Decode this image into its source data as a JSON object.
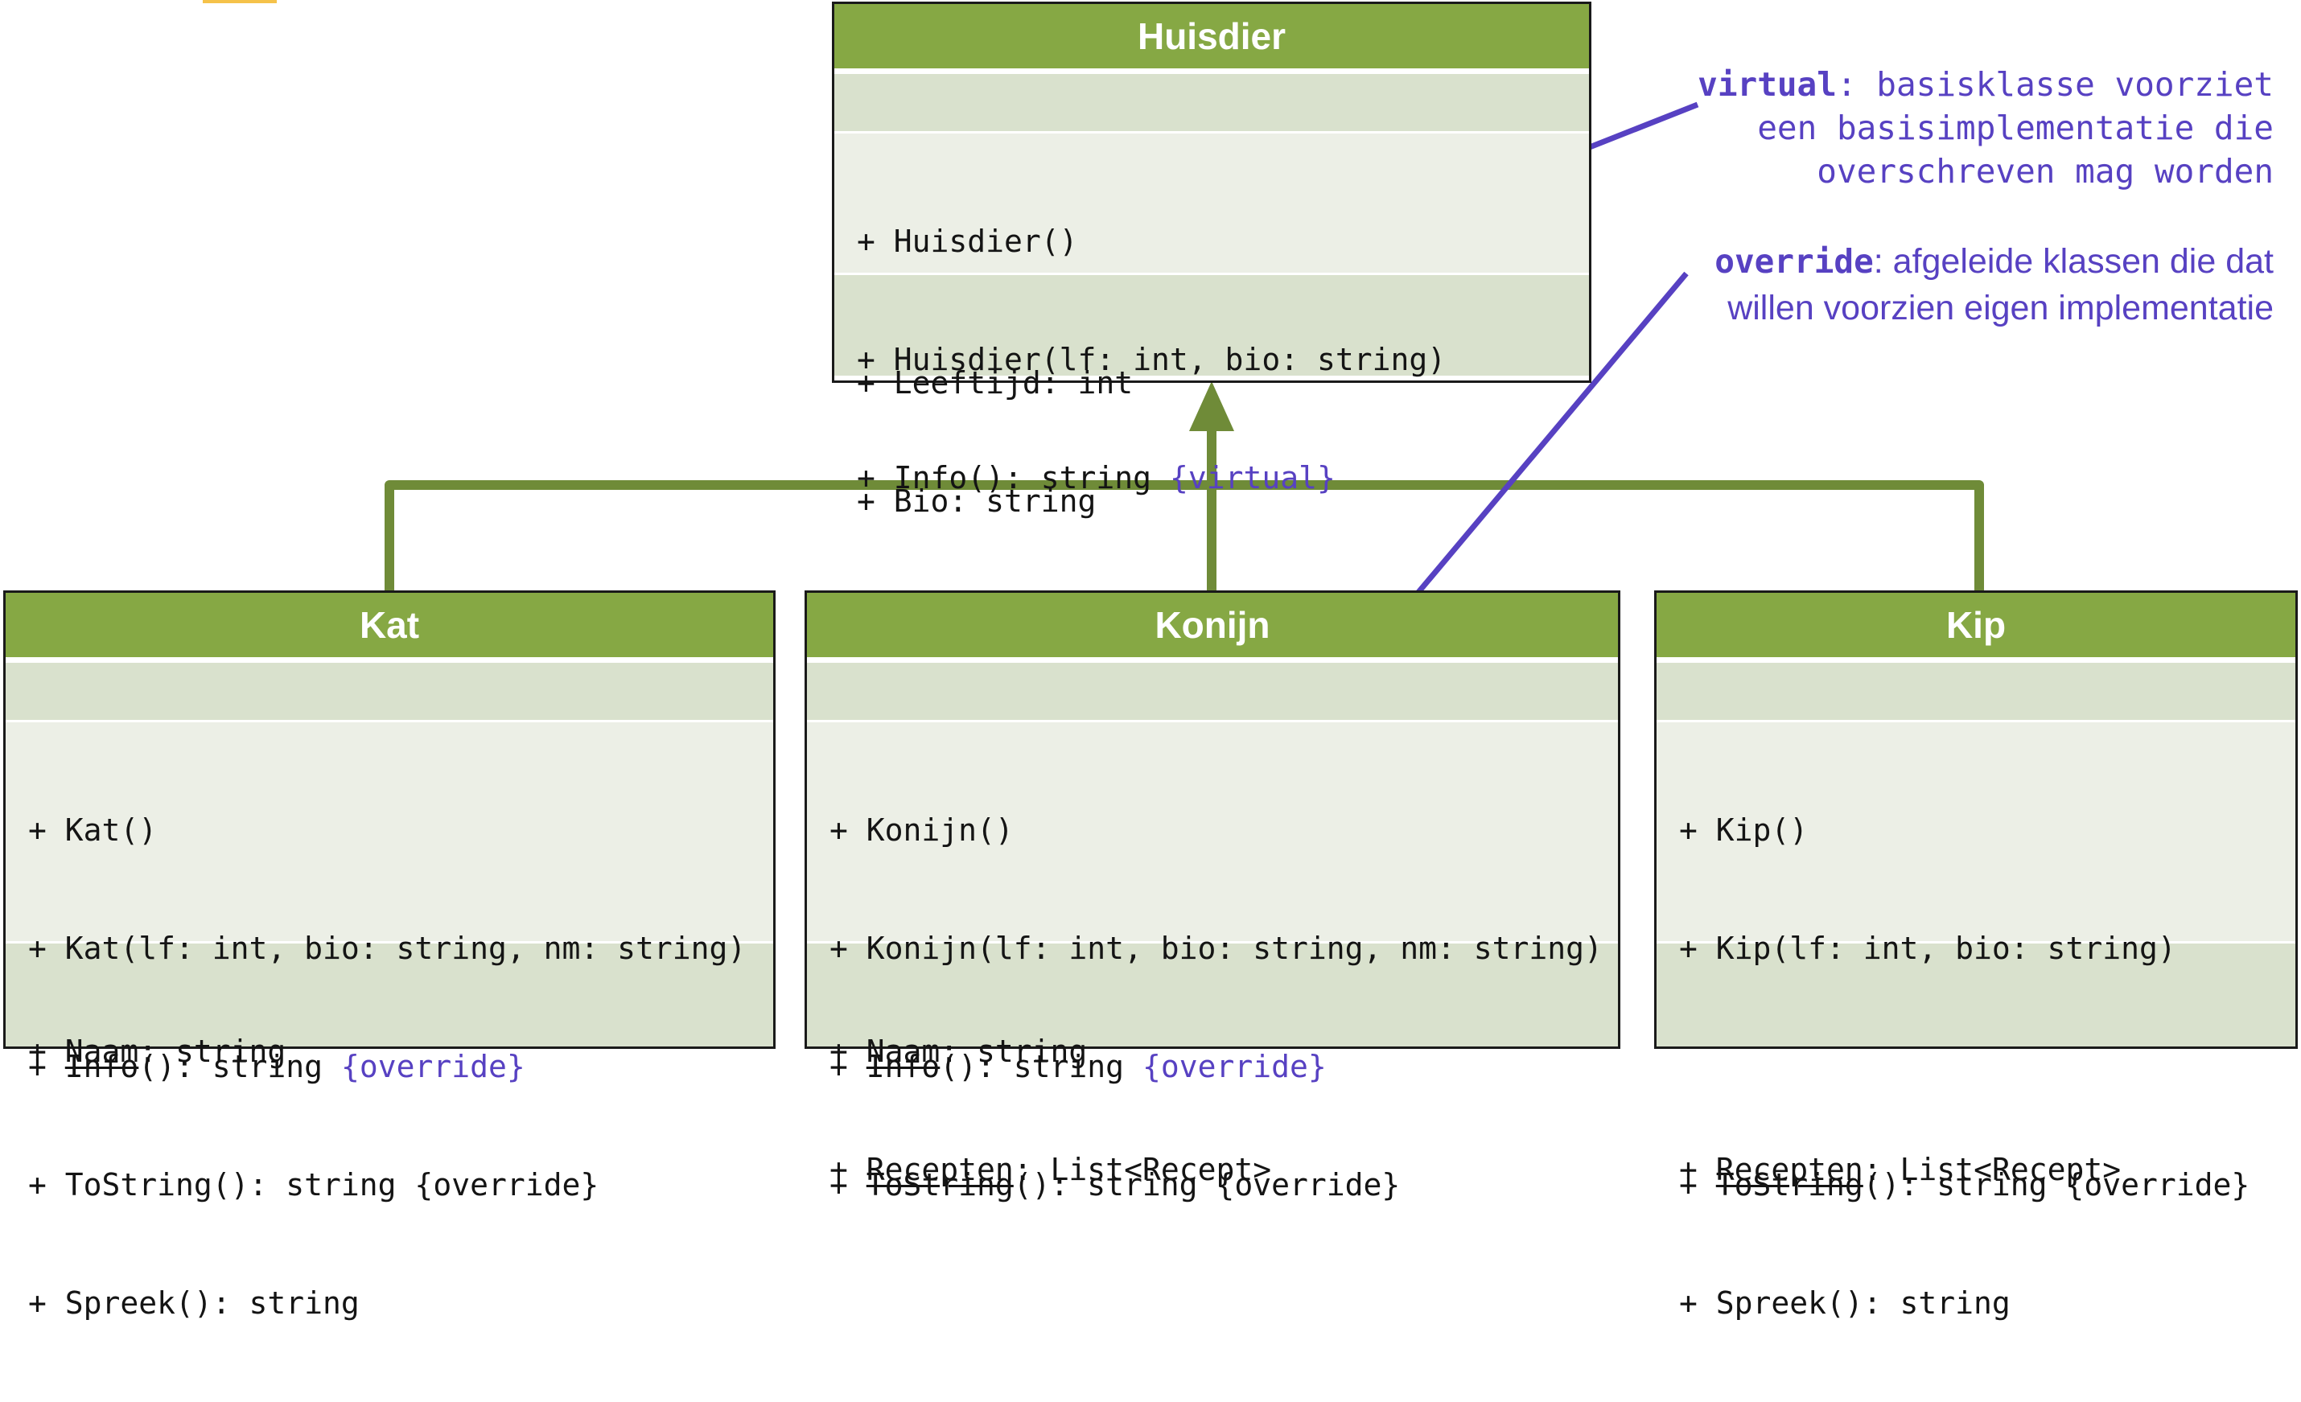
{
  "colors": {
    "header_green": "#86a844",
    "connector_green": "#6f8b38",
    "light_section": "#ecefe6",
    "dark_section": "#d9e1cd",
    "annotation_purple": "#5741c2"
  },
  "classes": {
    "huisdier": {
      "name": "Huisdier",
      "methods": [
        "+ Huisdier()",
        "+ Huisdier(lf: int, bio: string)"
      ],
      "info_method": "+ Info(): string ",
      "info_tag": "{virtual}",
      "properties": [
        "+ Leeftijd: int",
        "+ Bio: string"
      ]
    },
    "kat": {
      "name": "Kat",
      "method_ctor1": "+ Kat()",
      "method_ctor2": "+ Kat(lf: int, bio: string, nm: string)",
      "info_method": "+ Info(): string ",
      "info_tag": "{override}",
      "method_tostring": "+ ToString(): string {override}",
      "method_spreek": "+ Spreek(): string",
      "prop_prefix": "+ ",
      "prop_name": "Naam",
      "prop_type": ": string"
    },
    "konijn": {
      "name": "Konijn",
      "method_ctor1": "+ Konijn()",
      "method_ctor2": "+ Konijn(lf: int, bio: string, nm: string)",
      "info_method": "+ Info(): string ",
      "info_tag": "{override}",
      "method_tostring": "+ ToString(): string {override}",
      "prop1_prefix": "+ ",
      "prop1_name": "Naam",
      "prop1_type": ": string",
      "prop2_prefix": "+ ",
      "prop2_name": "Recepten",
      "prop2_type": ": List<Recept>"
    },
    "kip": {
      "name": "Kip",
      "method_ctor1": "+ Kip()",
      "method_ctor2": "+ Kip(lf: int, bio: string)",
      "method_tostring": "+ ToString(): string {override}",
      "method_spreek": "+ Spreek(): string",
      "prop_prefix": "+ ",
      "prop_name": "Recepten",
      "prop_type": ": List<Recept>"
    }
  },
  "annotations": {
    "virtual": {
      "keyword": "virtual",
      "line1": ": basisklasse voorziet",
      "line2": "een basisimplementatie die",
      "line3": "overschreven mag worden"
    },
    "override": {
      "keyword": "override",
      "line1": ": afgeleide klassen die dat",
      "line2": "willen voorzien eigen implementatie"
    }
  }
}
